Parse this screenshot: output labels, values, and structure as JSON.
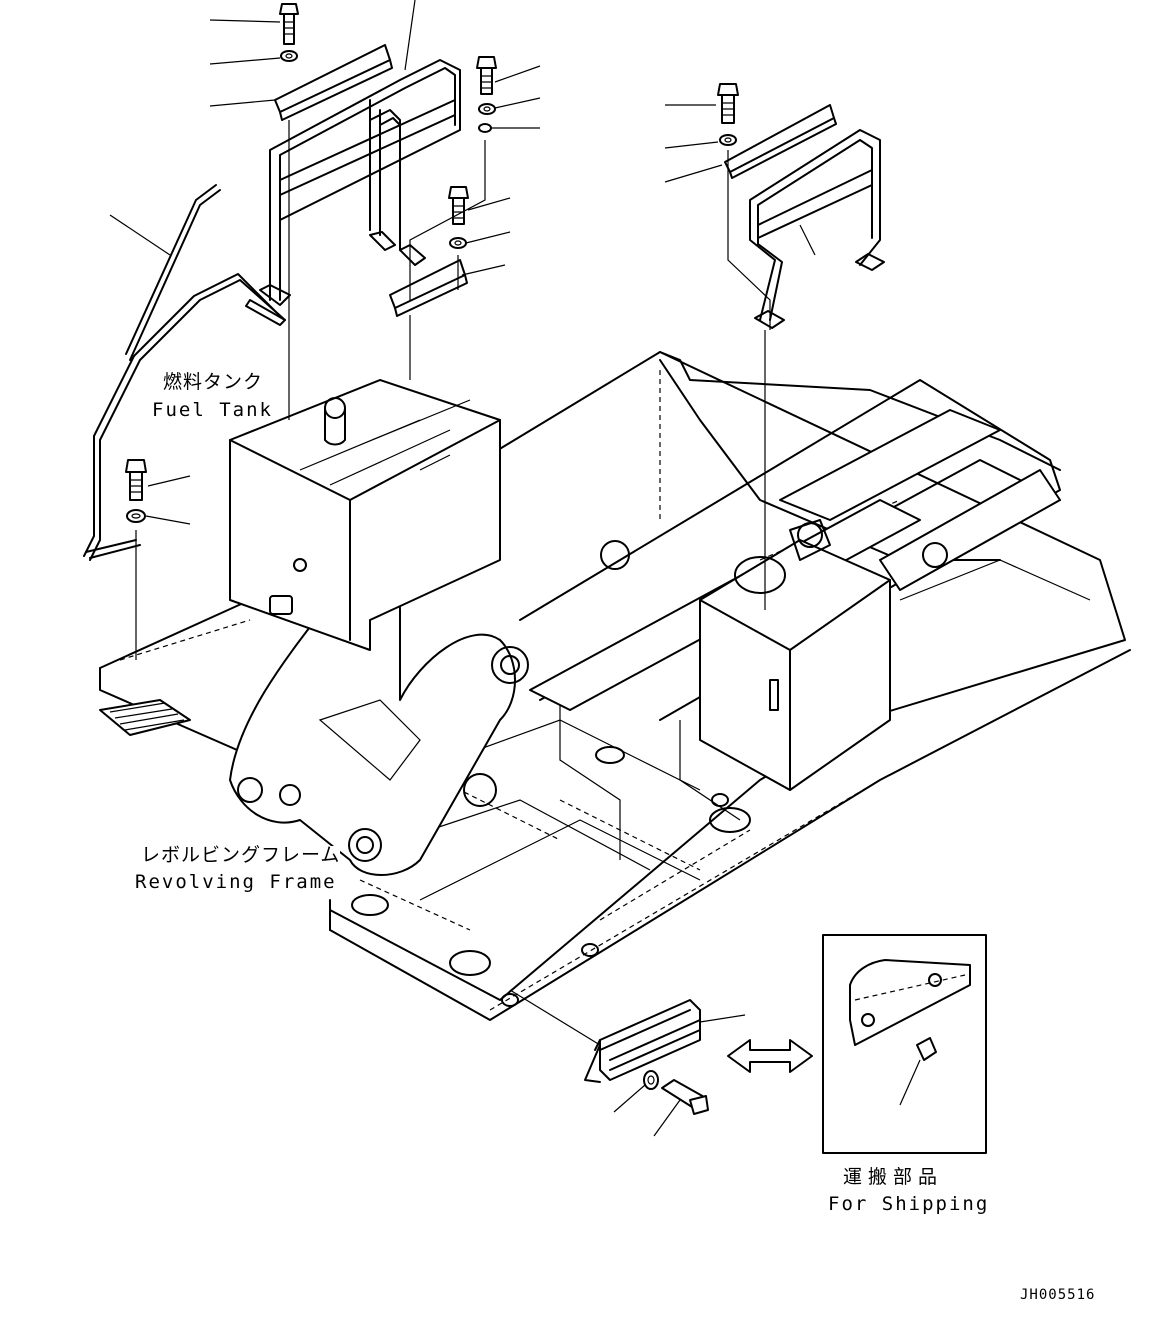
{
  "labels": {
    "fuel_tank_jp": "燃料タンク",
    "fuel_tank_en": "Fuel Tank",
    "revolving_frame_jp": "レボルビングフレーム",
    "revolving_frame_en": "Revolving Frame",
    "for_shipping_jp": "運搬部品",
    "for_shipping_en": "For Shipping"
  },
  "drawing_ref": "JH005516",
  "icons": [
    "bolt-icon",
    "washer-icon",
    "handrail-icon",
    "bracket-icon",
    "double-arrow-icon",
    "plug-icon"
  ]
}
